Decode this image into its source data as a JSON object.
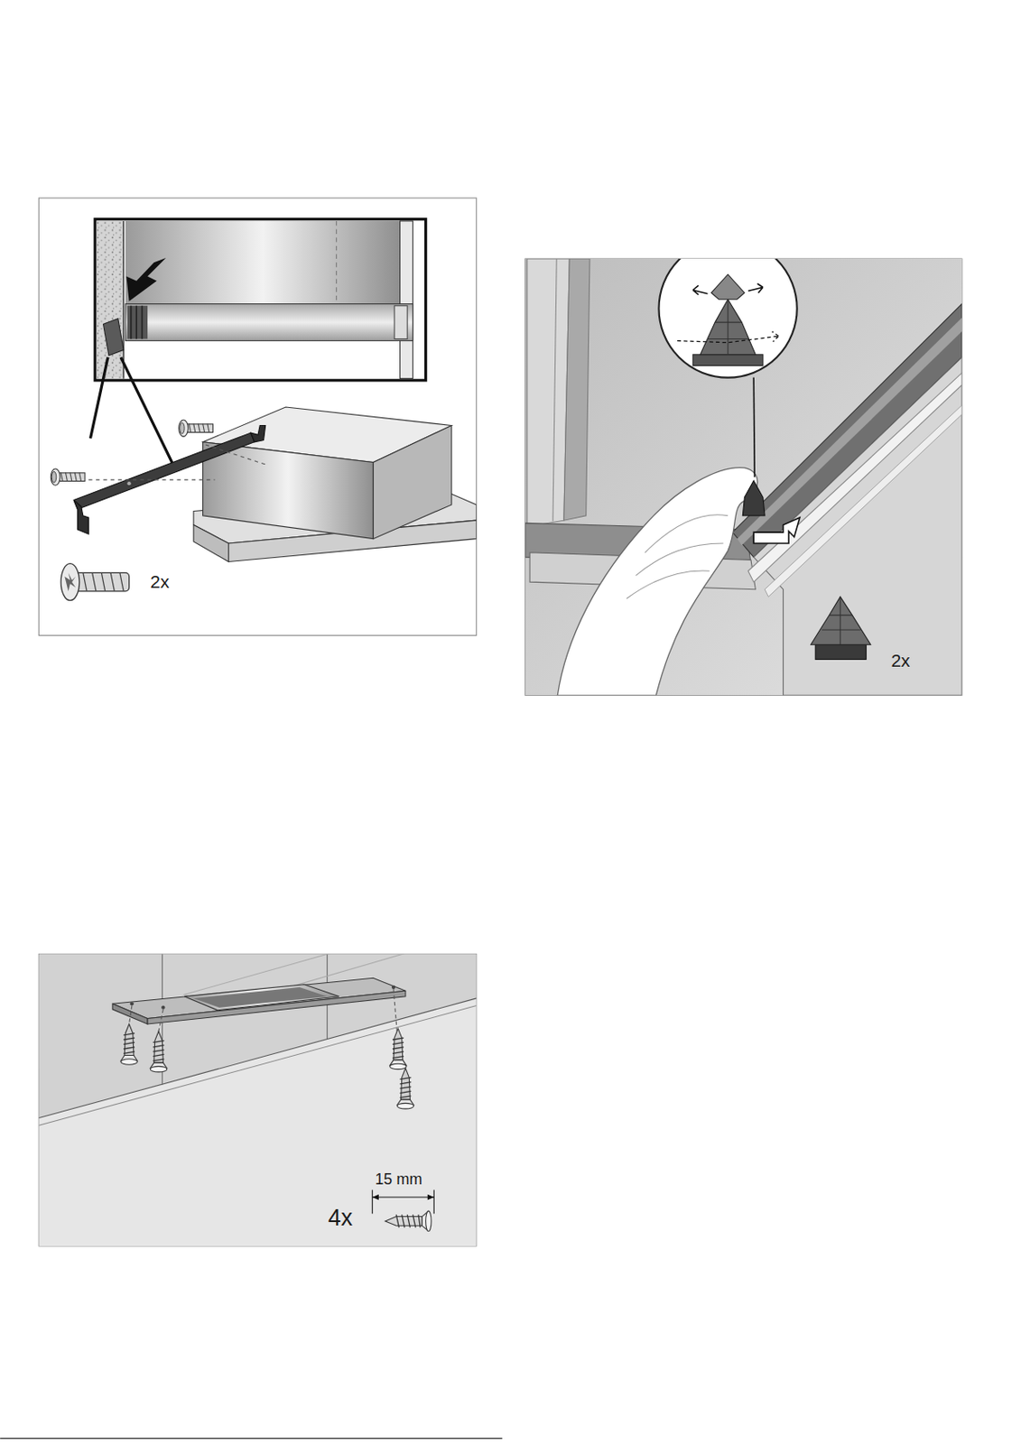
{
  "diagram": {
    "labels": [
      "2x",
      "2x",
      "15 mm",
      "4x"
    ]
  }
}
